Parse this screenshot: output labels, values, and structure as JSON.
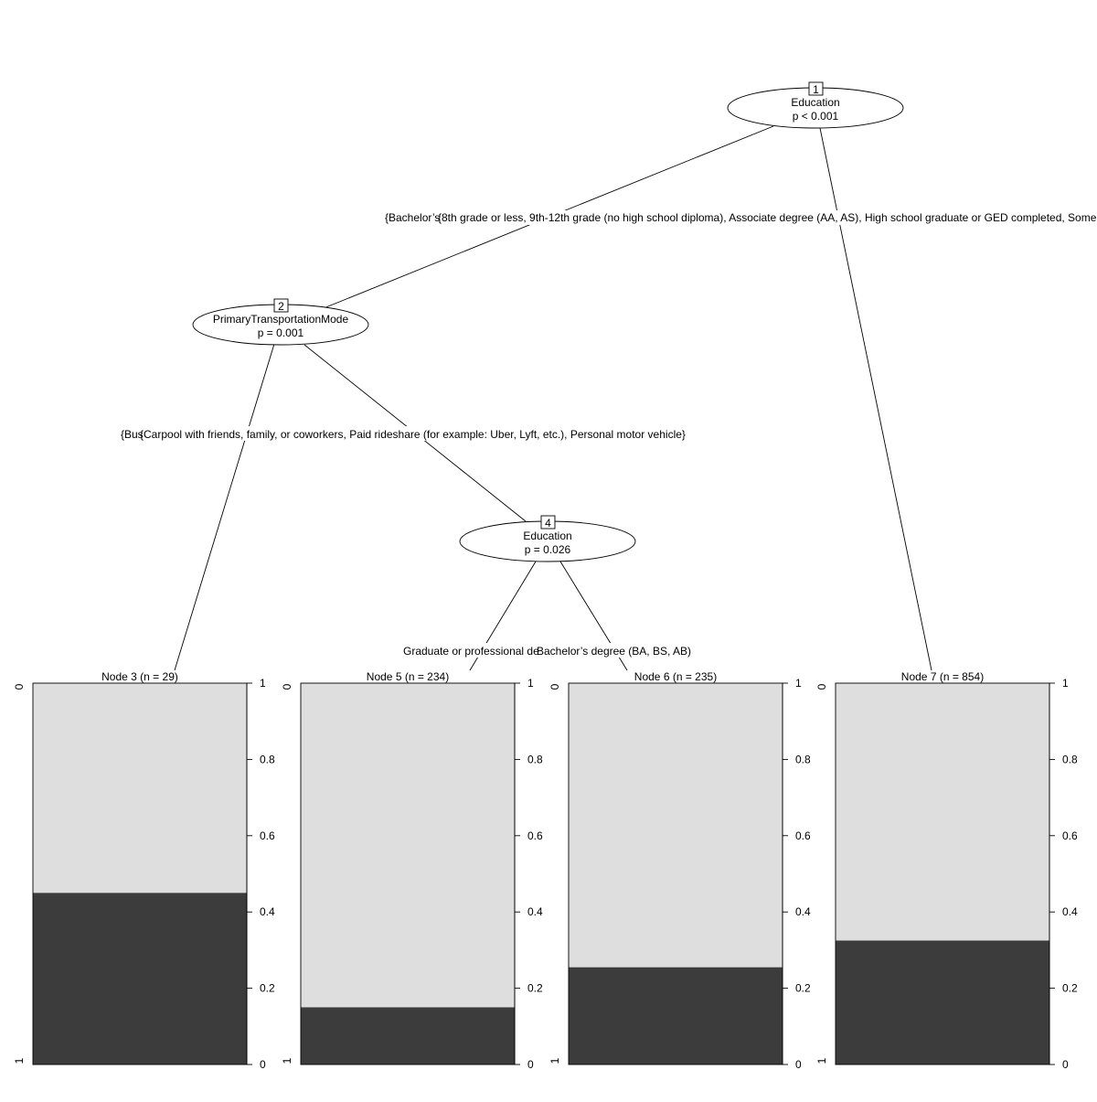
{
  "tree": {
    "inner_nodes": [
      {
        "id": "1",
        "variable": "Education",
        "pvalue": "p < 0.001"
      },
      {
        "id": "2",
        "variable": "PrimaryTransportationMode",
        "pvalue": "p = 0.001"
      },
      {
        "id": "4",
        "variable": "Education",
        "pvalue": "p = 0.026"
      }
    ],
    "edge_labels": {
      "node1_left": "{Bachelor’s",
      "node1_right": "{8th grade or less, 9th-12th grade (no high school diploma), Associate degree (AA, AS), High school graduate or GED completed, Some",
      "node2_left": "{Bus",
      "node2_right": "{Carpool with friends, family, or coworkers, Paid rideshare (for example: Uber, Lyft, etc.), Personal motor vehicle}",
      "node4_left": "Graduate or professional de",
      "node4_right": "Bachelor’s degree (BA, BS, AB)"
    },
    "terminal_nodes": [
      {
        "title": "Node 3 (n = 29)",
        "proportion_1": 0.45
      },
      {
        "title": "Node 5 (n = 234)",
        "proportion_1": 0.15
      },
      {
        "title": "Node 6 (n = 235)",
        "proportion_1": 0.255
      },
      {
        "title": "Node 7 (n = 854)",
        "proportion_1": 0.325
      }
    ],
    "axis": {
      "right_ticks": [
        "0",
        "0.2",
        "0.4",
        "0.6",
        "0.8",
        "1"
      ],
      "left_top_label": "0",
      "left_bottom_label": "1"
    },
    "colors": {
      "level_0": "#dedede",
      "level_1": "#3c3c3c"
    }
  }
}
